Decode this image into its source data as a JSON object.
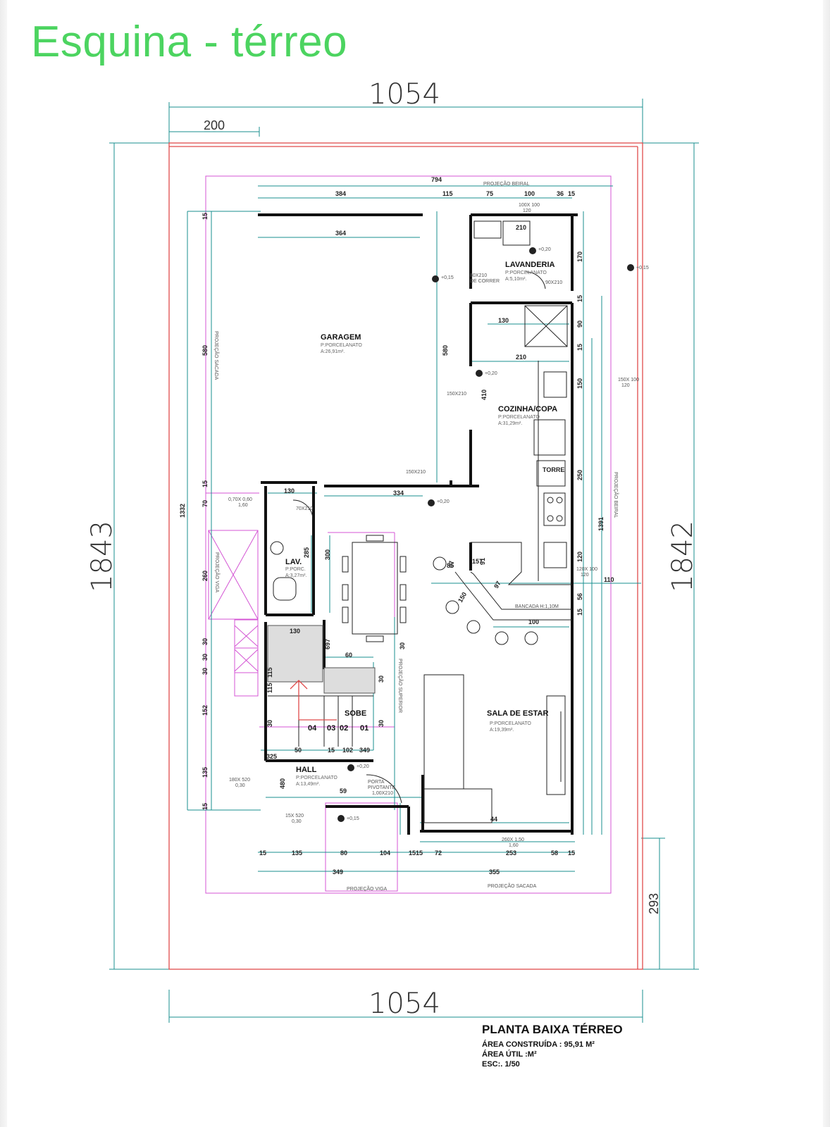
{
  "title": "Esquina - térreo",
  "dimensions": {
    "top_width": "1054",
    "bottom_width": "1054",
    "left_height": "1843",
    "right_height": "1842",
    "setback_top": "200",
    "setback_bottom": "293"
  },
  "rooms": {
    "garagem": {
      "name": "GARAGEM",
      "floor": "P:PORCELANATO",
      "area": "A:26,91m²."
    },
    "lavanderia": {
      "name": "LAVANDERIA",
      "floor": "P:PORCELANATO",
      "area": "A:5,10m²."
    },
    "cozinha": {
      "name": "COZINHA/COPA",
      "floor": "P:PORCELANATO",
      "area": "A:31,29m²."
    },
    "lav": {
      "name": "LAV.",
      "floor": "P:PORC.",
      "area": "A:3,27m²."
    },
    "hall": {
      "name": "HALL",
      "floor": "P:PORCELANATO",
      "area": "A:13,49m²."
    },
    "sala": {
      "name": "SALA DE ESTAR",
      "floor": "P:PORCELANATO",
      "area": "A:19,39m²."
    }
  },
  "labels": {
    "torre": "TORRE",
    "sobe": "SOBE",
    "steps": [
      "04",
      "03",
      "02",
      "01"
    ],
    "bancada": "BANCADA H:1,10M",
    "porta_pivotante_1": "PORTA",
    "porta_pivotante_2": "PIVOTANTE",
    "porta_pivotante_3": "1,00X210",
    "projecao_beiral_top": "PROJEÇÃO BEIRAL",
    "projecao_beiral_right": "PROJEÇÃO BEIRAL",
    "projecao_sacada_left": "PROJEÇÃO SACADA",
    "projecao_sacada_bottom": "PROJEÇÃO SACADA",
    "projecao_viga_left": "PROJEÇÃO VIGA",
    "projecao_viga_bottom": "PROJEÇÃO VIGA",
    "projecao_superior": "PROJEÇÃO SUPERIOR",
    "de_correr": "DE CORRER"
  },
  "openings": [
    "80X210",
    "90X210",
    "100X 100",
    "120",
    "150X210",
    "150X210",
    "70X210",
    "0,70X 0,60",
    "1,60",
    "150X 100",
    "120",
    "120X 100",
    "120",
    "180X 520",
    "0,30",
    "15X 520",
    "0,30",
    "260X 1,50",
    "1,60"
  ],
  "levels": [
    "+0,15",
    "+0,20",
    "+0,15",
    "+0,20",
    "+0,20",
    "+0,20",
    "+0,15"
  ],
  "inner_dims": {
    "top_row": [
      "794",
      "384",
      "115",
      "75",
      "100",
      "36",
      "15"
    ],
    "garagem_inner": "364",
    "left_col": [
      "15",
      "580",
      "15",
      "70",
      "260",
      "30",
      "30",
      "30",
      "152",
      "135",
      "15"
    ],
    "left_total": "1332",
    "garage_height": "580",
    "kitchen_col": [
      "170",
      "15",
      "90",
      "15",
      "150",
      "250",
      "120",
      "56",
      "15"
    ],
    "kitchen_total": "1391",
    "misc": [
      "210",
      "130",
      "210",
      "410",
      "334",
      "130",
      "285",
      "300",
      "97",
      "91",
      "85",
      "97",
      "157",
      "150",
      "100",
      "110",
      "697",
      "60",
      "30",
      "30",
      "115",
      "115",
      "30",
      "30",
      "50",
      "15",
      "102",
      "349",
      "325",
      "480",
      "59",
      "44",
      "130"
    ],
    "bottom_row": [
      "15",
      "135",
      "80",
      "104",
      "15",
      "15",
      "72",
      "253",
      "58",
      "15"
    ],
    "bottom_totals": [
      "349",
      "355"
    ]
  },
  "legend": {
    "title": "PLANTA BAIXA TÉRREO",
    "area_construida": "ÁREA CONSTRUÍDA : 95,91 M²",
    "area_util": "ÁREA ÚTIL :M²",
    "escala": "ESC:. 1/50"
  },
  "colors": {
    "title": "#4cd460",
    "dimension_lines": "#1a8f8f",
    "projection_lines": "#d455d4",
    "lot_boundary": "#e04b4b",
    "walls": "#111111"
  }
}
